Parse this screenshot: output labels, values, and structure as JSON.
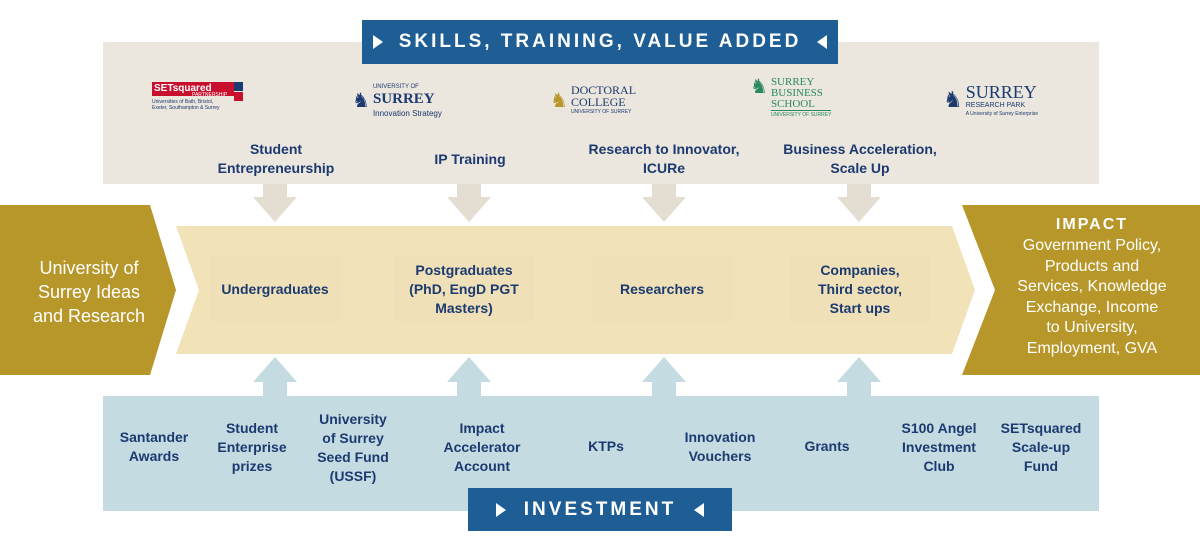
{
  "skills_banner": {
    "label": "SKILLS, TRAINING, VALUE ADDED"
  },
  "investment_banner": {
    "label": "INVESTMENT"
  },
  "logos": {
    "setsquared": {
      "name": "SETsquared",
      "sub": "PARTNERSHIP",
      "caption": "Universities of Bath, Bristol, Exeter, Southampton & Surrey"
    },
    "innovation_strategy": {
      "top": "UNIVERSITY OF",
      "name": "SURREY",
      "caption": "Innovation Strategy"
    },
    "doctoral_college": {
      "line1": "DOCTORAL",
      "line2": "COLLEGE",
      "caption": "UNIVERSITY OF SURREY"
    },
    "business_school": {
      "line1": "SURREY",
      "line2": "BUSINESS",
      "line3": "SCHOOL",
      "caption": "UNIVERSITY OF SURREY"
    },
    "research_park": {
      "name": "SURREY",
      "sub": "RESEARCH PARK",
      "caption": "A University of Surrey Enterprise"
    }
  },
  "skills": [
    {
      "line1": "Student",
      "line2": "Entrepreneurship"
    },
    {
      "line1": "IP Training",
      "line2": ""
    },
    {
      "line1": "Research to Innovator,",
      "line2": "ICURe"
    },
    {
      "line1": "Business Acceleration,",
      "line2": "Scale Up"
    }
  ],
  "source": {
    "line1": "University of",
    "line2": "Surrey Ideas",
    "line3": "and Research"
  },
  "stages": [
    {
      "line1": "Undergraduates",
      "line2": "",
      "line3": ""
    },
    {
      "line1": "Postgraduates",
      "line2": "(PhD, EngD PGT",
      "line3": "Masters)"
    },
    {
      "line1": "Researchers",
      "line2": "",
      "line3": ""
    },
    {
      "line1": "Companies,",
      "line2": "Third sector,",
      "line3": "Start ups"
    }
  ],
  "impact": {
    "title": "IMPACT",
    "lines": [
      "Government Policy,",
      "Products and",
      "Services, Knowledge",
      "Exchange, Income",
      "to University,",
      "Employment, GVA"
    ]
  },
  "investments": [
    {
      "lines": [
        "Santander",
        "Awards"
      ]
    },
    {
      "lines": [
        "Student",
        "Enterprise",
        "prizes"
      ]
    },
    {
      "lines": [
        "University",
        "of Surrey",
        "Seed Fund",
        "(USSF)"
      ]
    },
    {
      "lines": [
        "Impact",
        "Accelerator",
        "Account"
      ]
    },
    {
      "lines": [
        "KTPs"
      ]
    },
    {
      "lines": [
        "Innovation",
        "Vouchers"
      ]
    },
    {
      "lines": [
        "Grants"
      ]
    },
    {
      "lines": [
        "S100 Angel",
        "Investment",
        "Club"
      ]
    },
    {
      "lines": [
        "SETsquared",
        "Scale-up",
        "Fund"
      ]
    }
  ],
  "colors": {
    "navy": "#1f5d95",
    "gold": "#b7972a",
    "sand": "#f2e2b8",
    "blue_panel": "#c4dbe2",
    "grey_panel": "#ebe6de"
  }
}
